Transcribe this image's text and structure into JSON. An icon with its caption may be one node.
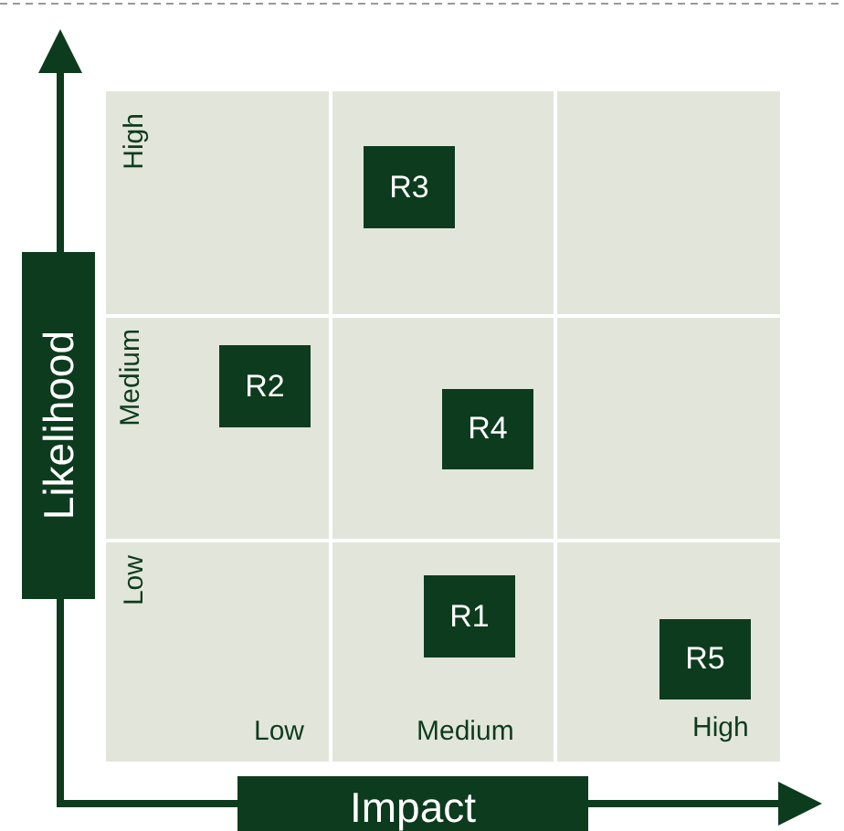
{
  "diagram": {
    "nodes": [
      {
        "text": [
          "Likelihood"
        ]
      },
      {
        "text": [
          "Impact"
        ]
      },
      {
        "text": [
          "R3"
        ]
      },
      {
        "text": [
          "R2"
        ]
      },
      {
        "text": [
          "R4"
        ]
      },
      {
        "text": [
          "R1"
        ]
      },
      {
        "text": [
          "R5"
        ]
      }
    ],
    "edges": [],
    "labels": [
      "High",
      "Medium",
      "Low",
      "Low",
      "Medium",
      "High"
    ]
  }
}
